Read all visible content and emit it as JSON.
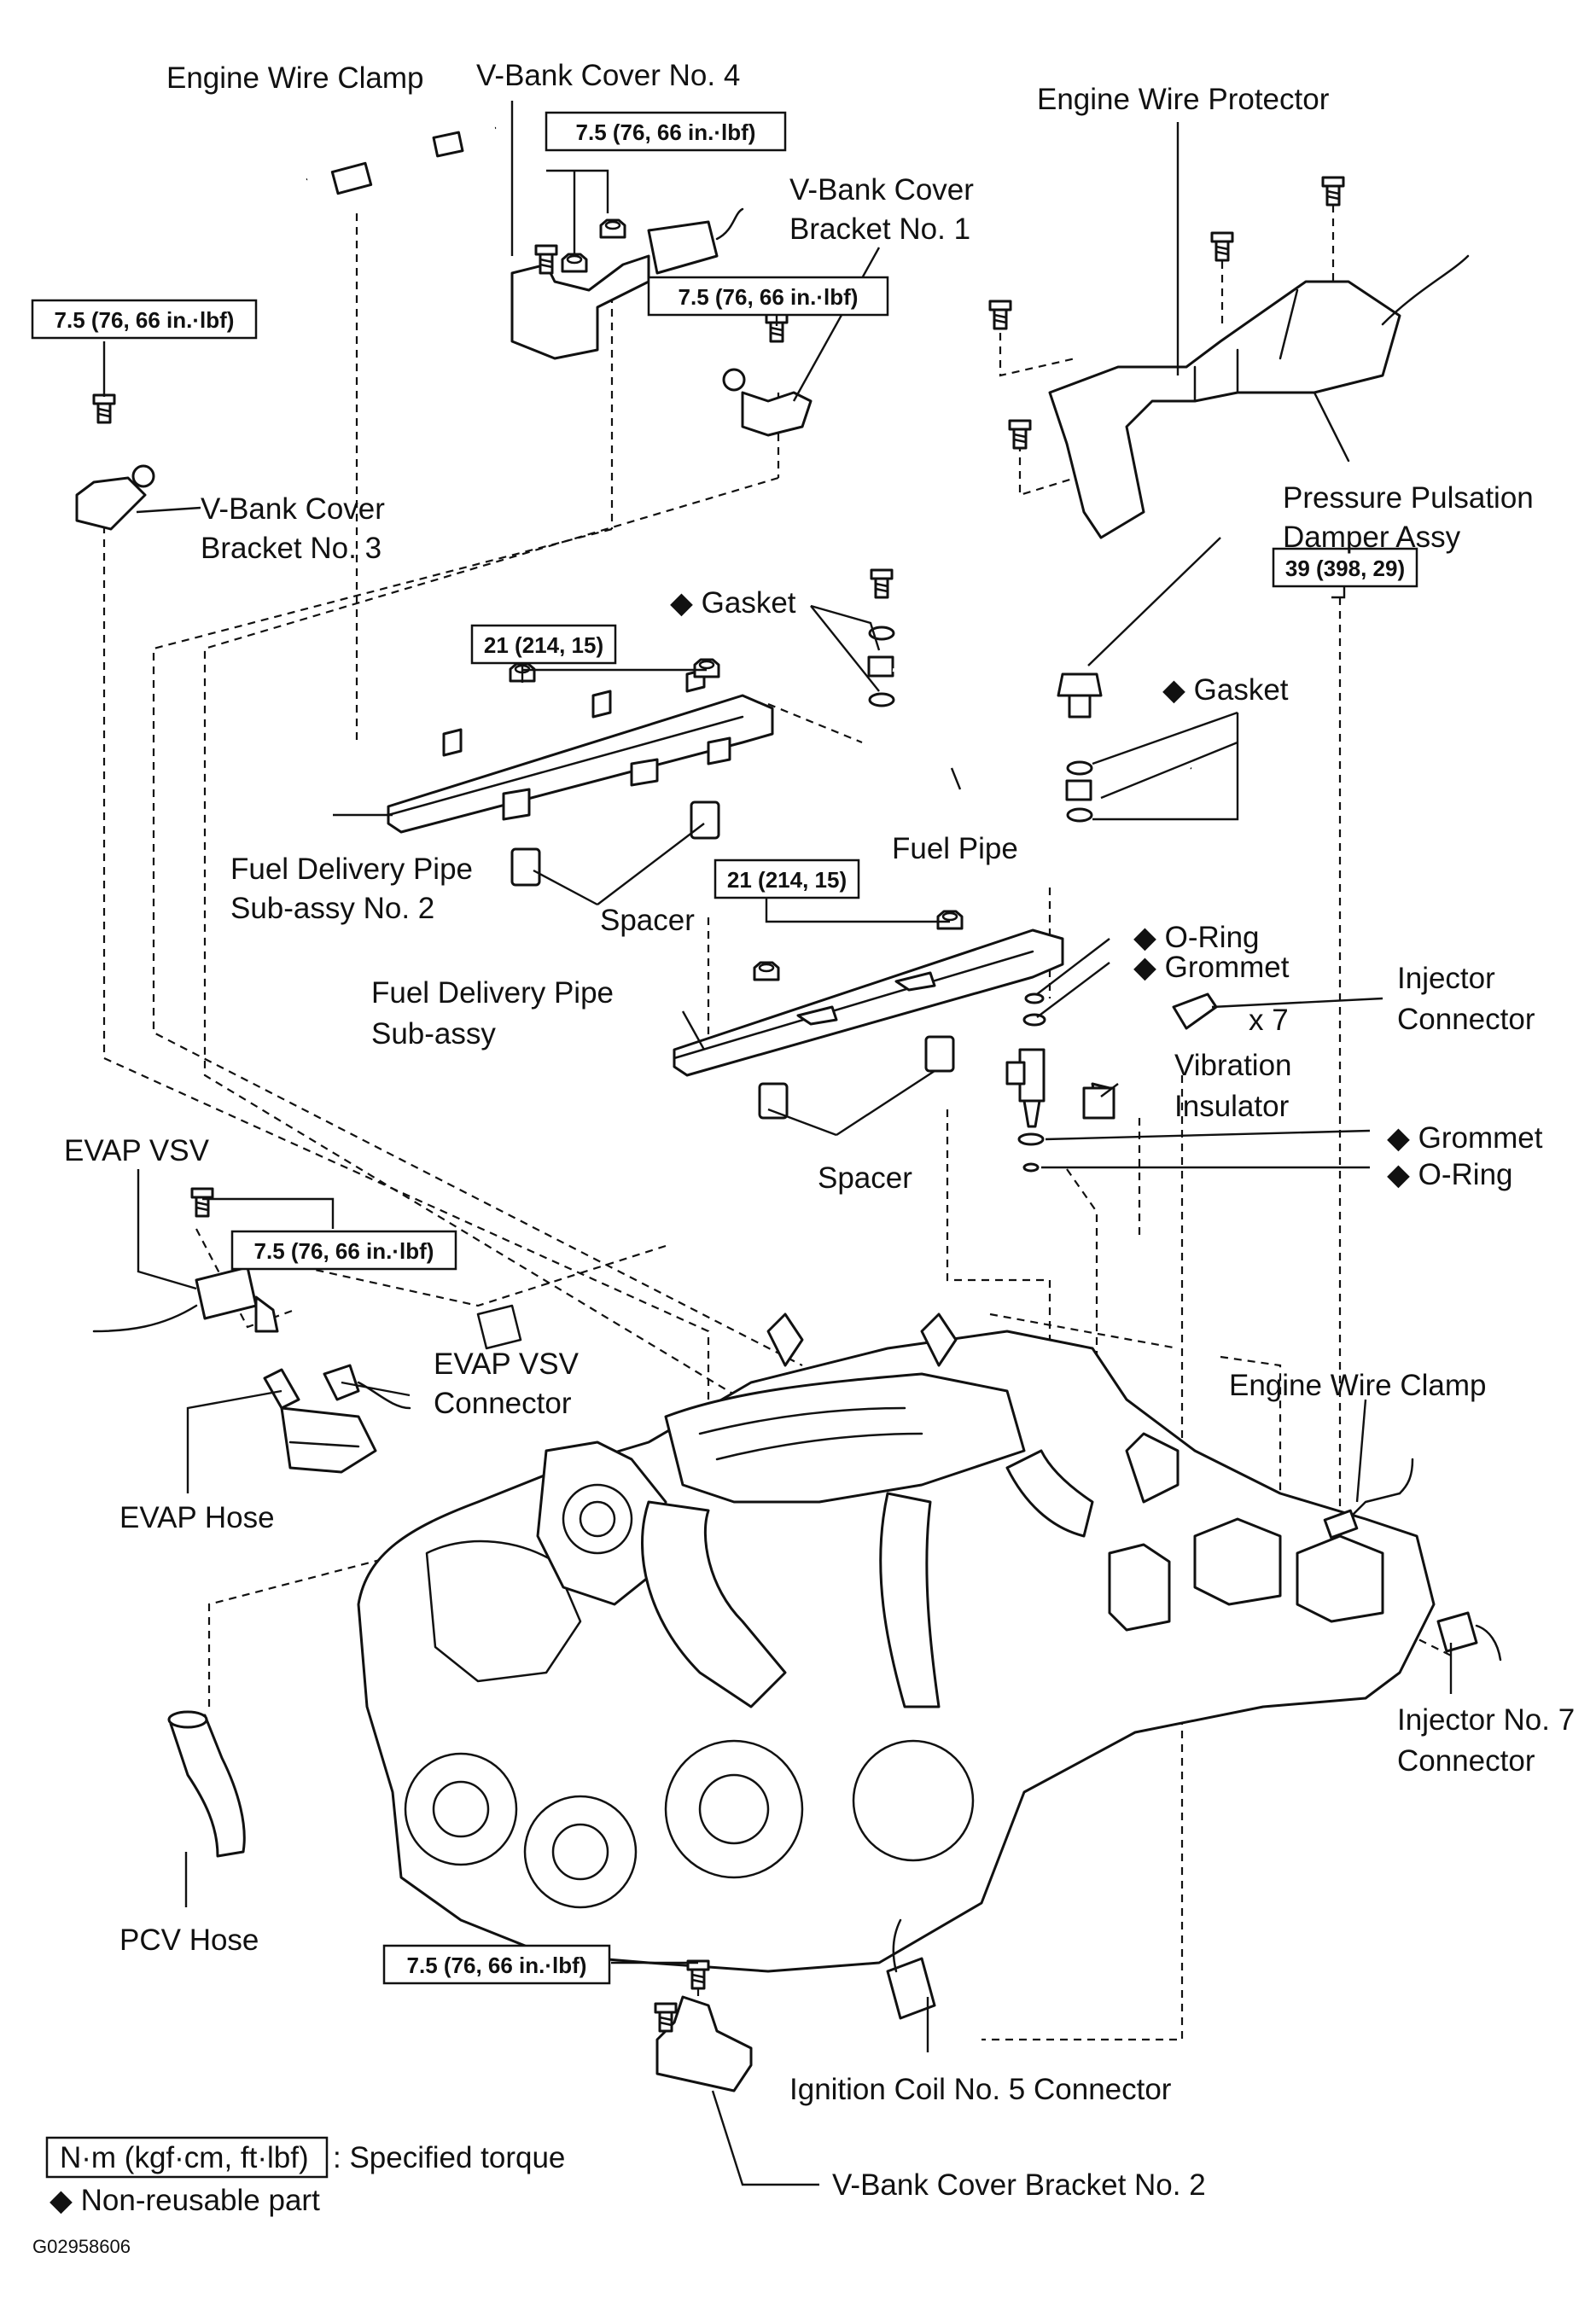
{
  "labels": {
    "engine_wire_clamp_top": "Engine Wire Clamp",
    "vbank_cover_no4": "V-Bank Cover No. 4",
    "vbank_cover_bracket_no1": [
      "V-Bank Cover",
      "Bracket No. 1"
    ],
    "engine_wire_protector": "Engine Wire Protector",
    "vbank_cover_bracket_no3": [
      "V-Bank Cover",
      "Bracket No. 3"
    ],
    "pressure_pulsation_damper": [
      "Pressure Pulsation",
      "Damper Assy"
    ],
    "gasket_upper": "◆ Gasket",
    "gasket_right": "◆ Gasket",
    "fuel_delivery_pipe_no2": [
      "Fuel Delivery Pipe",
      "Sub-assy No. 2"
    ],
    "fuel_pipe": "Fuel Pipe",
    "spacer_upper": "Spacer",
    "o_ring_upper": "◆  O-Ring",
    "grommet_upper": "◆  Grommet",
    "injector_connector": [
      "Injector",
      "Connector"
    ],
    "x7": "x 7",
    "fuel_delivery_pipe": [
      "Fuel Delivery Pipe",
      "Sub-assy"
    ],
    "vibration_insulator": [
      "Vibration",
      "Insulator"
    ],
    "grommet_lower": "◆  Grommet",
    "o_ring_lower": "◆   O-Ring",
    "spacer_lower": "Spacer",
    "evap_vsv": "EVAP VSV",
    "evap_vsv_connector": [
      "EVAP VSV",
      "Connector"
    ],
    "evap_hose": "EVAP Hose",
    "engine_wire_clamp_right": "Engine Wire Clamp",
    "injector_no7_connector": [
      "Injector No. 7",
      "Connector"
    ],
    "pcv_hose": "PCV Hose",
    "ignition_coil_no5_connector": "Ignition Coil No. 5 Connector",
    "vbank_cover_bracket_no2": "V-Bank Cover Bracket No. 2"
  },
  "torques": {
    "vbank_no4": "7.5 (76, 66 in.·lbf)",
    "vbank_no1": "7.5 (76, 66 in.·lbf)",
    "vbank_no3": "7.5 (76, 66 in.·lbf)",
    "damper": "39 (398, 29)",
    "pipe_no2": "21 (214, 15)",
    "pipe": "21 (214, 15)",
    "evap_vsv": "7.5 (76, 66 in.·lbf)",
    "vbank_no2": "7.5 (76, 66 in.·lbf)"
  },
  "legend": {
    "torque_unit": "N·m (kgf·cm, ft·lbf)",
    "torque_desc": ": Specified torque",
    "non_reusable": "◆  Non-reusable part"
  },
  "figure_id": "G02958606"
}
